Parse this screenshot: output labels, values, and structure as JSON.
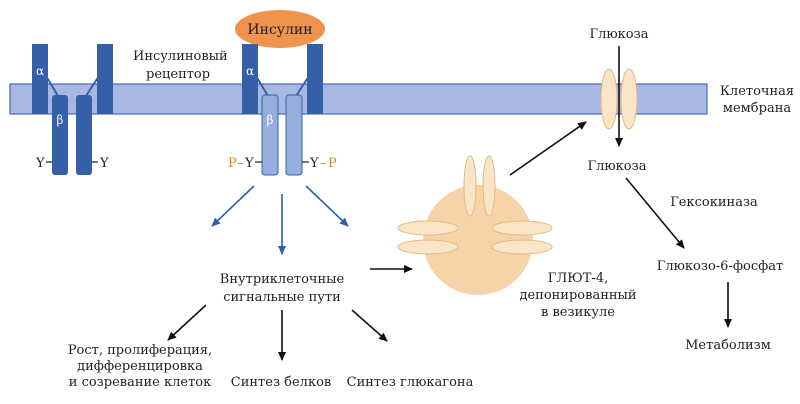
{
  "colors": {
    "membrane_fill": "#a9b8e3",
    "membrane_stroke": "#4a67b8",
    "receptor_dark": "#3560a8",
    "receptor_light": "#98aedd",
    "insulin": "#f0944d",
    "vesicle": "#f7d3aa",
    "transporter": "#fbe5c7",
    "transporter_stroke": "#e0b884",
    "arrow_blue": "#2d5fa6",
    "arrow_black": "#111111",
    "phosphate": "#d08a1a"
  },
  "labels": {
    "insulin": "Инсулин",
    "receptor_line1": "Инсулиновый",
    "receptor_line2": "рецептор",
    "alpha": "α",
    "beta": "β",
    "tyr": "Y",
    "phos": "P",
    "dash": "–",
    "membrane_line1": "Клеточная",
    "membrane_line2": "мембрана",
    "glucose_top": "Глюкоза",
    "glucose_mid": "Глюкоза",
    "hexokinase": "Гексокиназа",
    "g6p": "Глюкозо-6-фосфат",
    "metabolism": "Метаболизм",
    "signal_line1": "Внутриклеточные",
    "signal_line2": "сигнальные пути",
    "glut4_line1": "ГЛЮТ-4,",
    "glut4_line2": "депонированный",
    "glut4_line3": "в везикуле",
    "growth_line1": "Рост, пролиферация,",
    "growth_line2": "дифференцировка",
    "growth_line3": "и созревание клеток",
    "protein_synthesis": "Синтез белков",
    "glucagon_synthesis": "Синтез глюкагона"
  }
}
